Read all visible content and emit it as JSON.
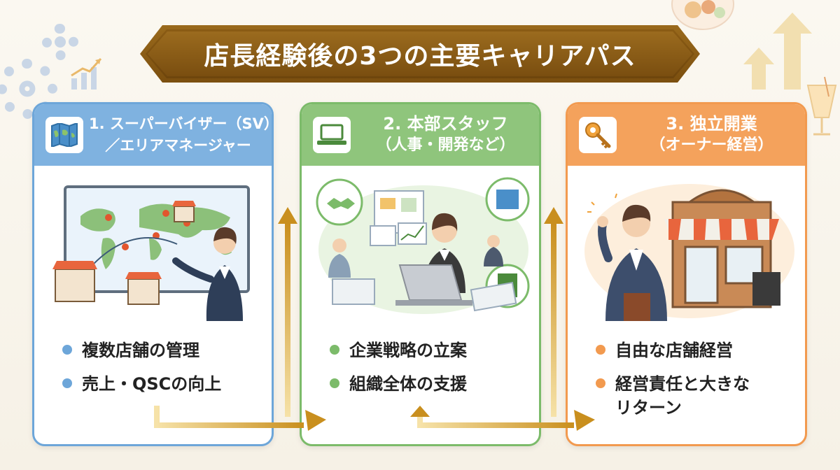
{
  "title": "店長経験後の3つの主要キャリアパス",
  "colors": {
    "banner": "#7b4f0f",
    "card1": "#6da6d9",
    "card2": "#7cbb6a",
    "card3": "#f29a4f",
    "arrow": "#d9a630"
  },
  "cards": [
    {
      "title_line1": "1. スーパーバイザー（SV）",
      "title_line2": "／エリアマネージャー",
      "icon": "map-icon",
      "bullets": [
        "複数店舗の管理",
        "売上・QSCの向上"
      ]
    },
    {
      "title_line1": "2. 本部スタッフ",
      "title_line2": "（人事・開発など）",
      "icon": "laptop-icon",
      "bullets": [
        "企業戦略の立案",
        "組織全体の支援"
      ]
    },
    {
      "title_line1": "3. 独立開業",
      "title_line2": "（オーナー経営）",
      "icon": "key-icon",
      "bullets": [
        "自由な店舗経営",
        "経営責任と大きな",
        "リターン"
      ]
    }
  ]
}
